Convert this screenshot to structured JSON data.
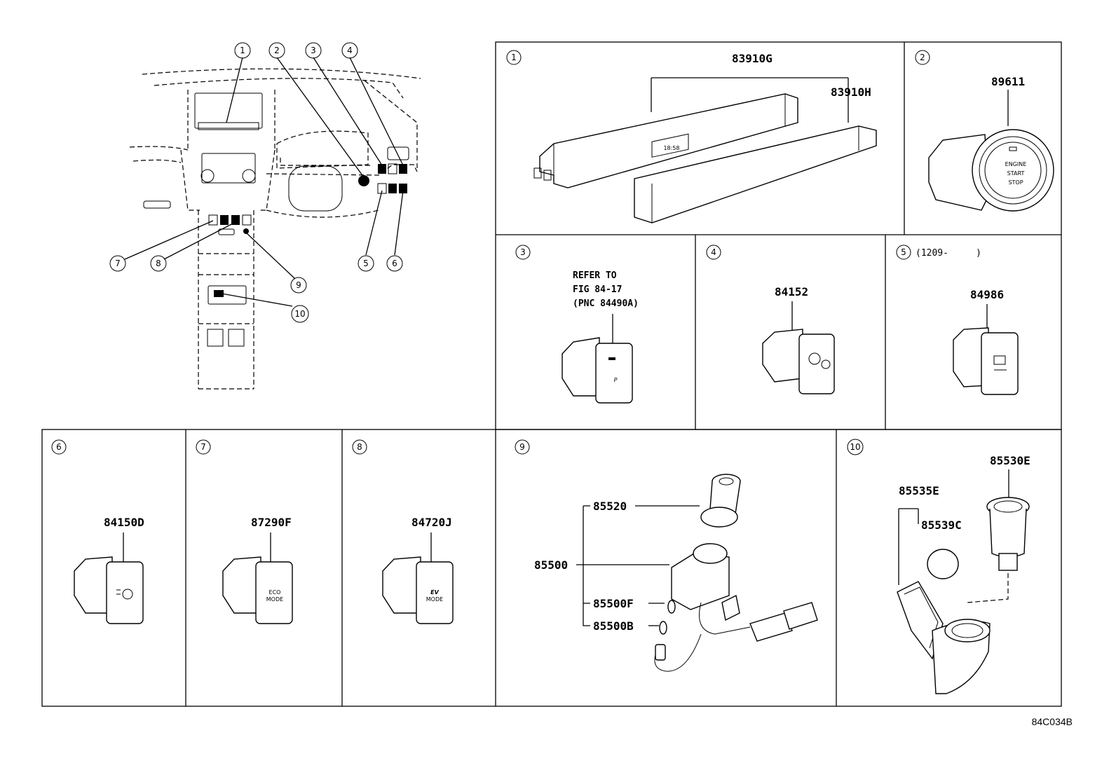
{
  "callouts": [
    "1",
    "2",
    "3",
    "4",
    "5",
    "6",
    "7",
    "8",
    "9",
    "10"
  ],
  "panels": {
    "p1": {
      "num": "1",
      "parts": [
        "83910G",
        "83910H"
      ],
      "display": "18:58"
    },
    "p2": {
      "num": "2",
      "parts": [
        "89611"
      ],
      "button_text": [
        "ENGINE",
        "START",
        "STOP"
      ]
    },
    "p3": {
      "num": "3",
      "note": [
        "REFER TO",
        "FIG 84-17",
        "(PNC 84490A)"
      ]
    },
    "p4": {
      "num": "4",
      "parts": [
        "84152"
      ]
    },
    "p5": {
      "num": "5",
      "date_range": "(1209-     )",
      "parts": [
        "84986"
      ]
    },
    "p6": {
      "num": "6",
      "parts": [
        "84150D"
      ]
    },
    "p7": {
      "num": "7",
      "parts": [
        "87290F"
      ],
      "button_text": [
        "ECO",
        "MODE"
      ]
    },
    "p8": {
      "num": "8",
      "parts": [
        "84720J"
      ],
      "button_text": [
        "EV",
        "MODE"
      ]
    },
    "p9": {
      "num": "9",
      "parts": [
        "85520",
        "85500",
        "85500F",
        "85500B"
      ]
    },
    "p10": {
      "num": "10",
      "parts": [
        "85530E",
        "85535E",
        "85539C"
      ]
    }
  },
  "diagram_code": "84C034B"
}
